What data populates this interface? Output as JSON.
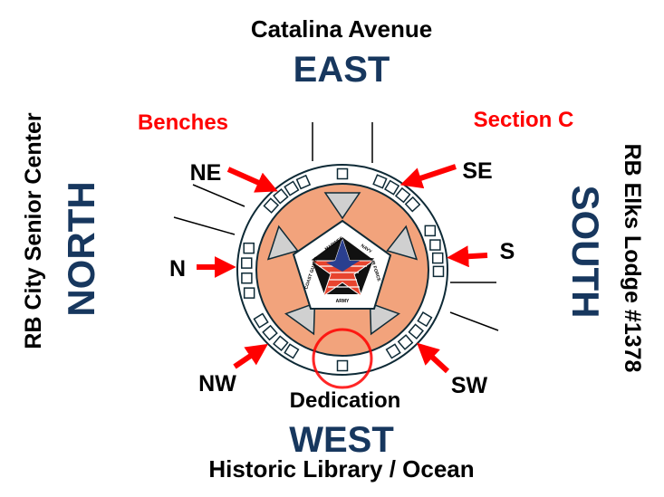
{
  "labels": {
    "top_street": "Catalina Avenue",
    "east": "EAST",
    "west": "WEST",
    "north": "NORTH",
    "south": "SOUTH",
    "bottom_street": "Historic Library / Ocean",
    "left_building": "RB City Senior Center",
    "right_building": "RB Elks Lodge #1378",
    "benches": "Benches",
    "section": "Section C",
    "dedication": "Dedication"
  },
  "points": {
    "ne": "NE",
    "se": "SE",
    "n": "N",
    "s": "S",
    "nw": "NW",
    "sw": "SW"
  },
  "emblem": {
    "marines": "MARINES",
    "navy": "NAVY",
    "air_force": "AIR FORCE",
    "army": "ARMY",
    "coast_guard": "COAST GUARD"
  },
  "colors": {
    "navy": "#17375e",
    "accent_red": "#ff0000",
    "plaza_fill": "#f2a37c",
    "triangle_fill": "#d0d0d0",
    "outline": "#0e2a36"
  }
}
